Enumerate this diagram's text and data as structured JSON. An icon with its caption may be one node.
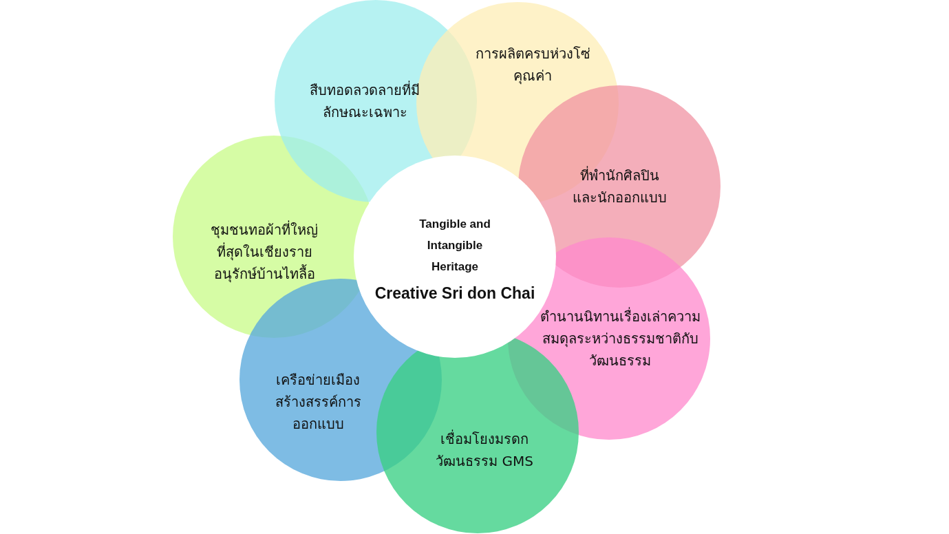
{
  "diagram": {
    "nodes": [
      {
        "text": [
          "Tangible and Intangible Heritage",
          "Creative Sri don Chai"
        ]
      },
      {
        "text": [
          "สืบทอดลวดลายที่มีลักษณะเฉพาะ"
        ]
      },
      {
        "text": [
          "การผลิตครบห่วงโซ่คุณค่า"
        ]
      },
      {
        "text": [
          "ที่พำนักศิลปินและนักออกแบบ"
        ]
      },
      {
        "text": [
          "ชุมชนทอผ้าที่ใหญ่ที่สุดในเชียงรายอนุรักษ์บ้านไทลื้อ"
        ]
      },
      {
        "text": [
          "ตำนานนิทานเรื่องเล่าความสมดุลระหว่างธรรมชาติกับวัฒนธรรม"
        ]
      },
      {
        "text": [
          "เครือข่ายเมืองสร้างสรรค์การออกแบบ"
        ]
      },
      {
        "text": [
          "เชื่อมโยงมรดกวัฒนธรรม GMS"
        ]
      }
    ]
  }
}
